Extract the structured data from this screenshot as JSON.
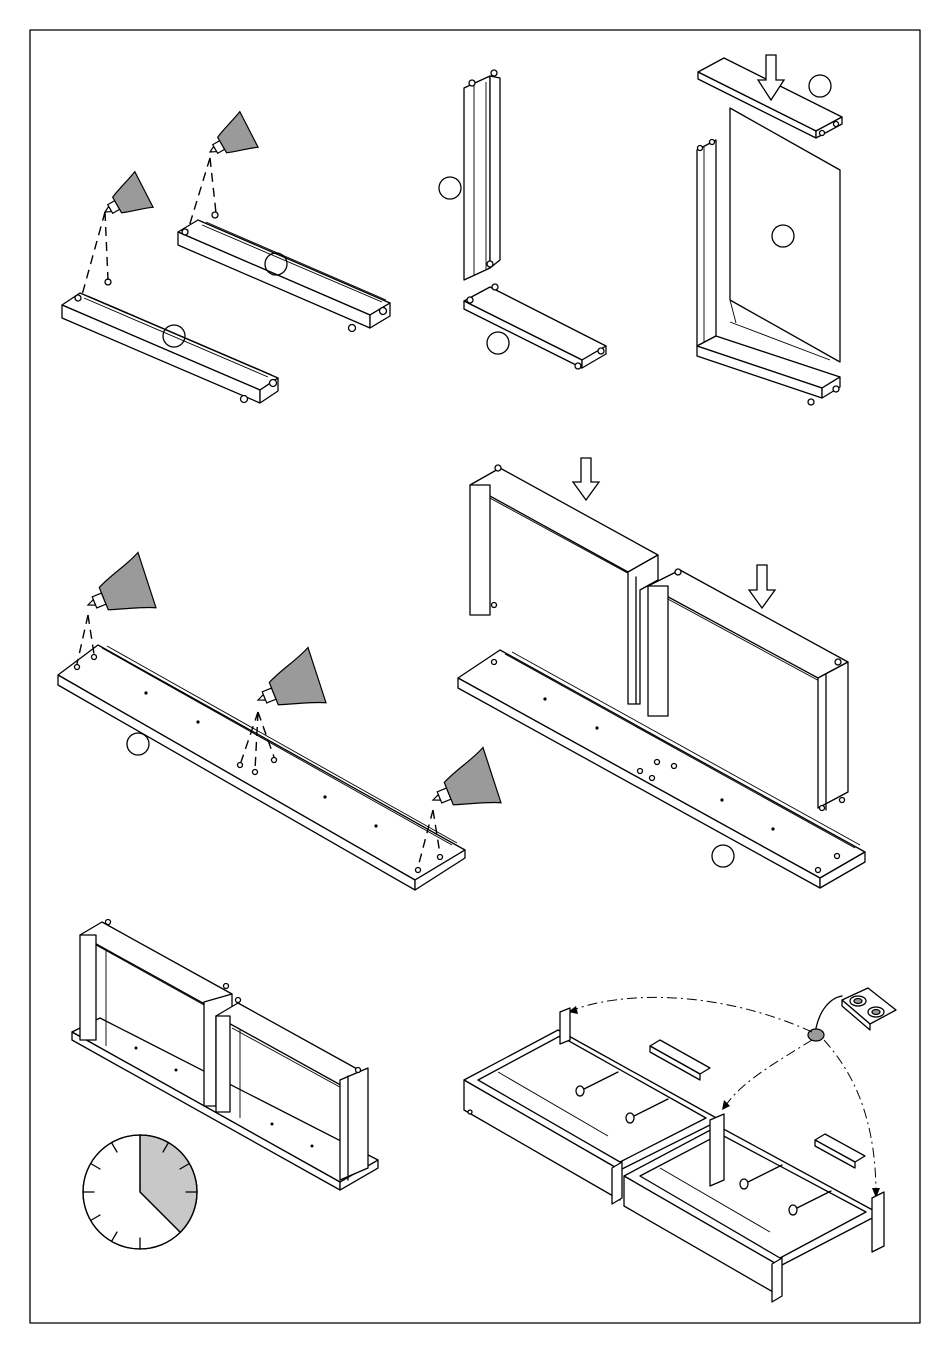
{
  "sheet": {
    "steps": [
      {
        "id": "step-1",
        "part_circles": 2,
        "glue_tubes": 2
      },
      {
        "id": "step-2",
        "part_circles": 2
      },
      {
        "id": "step-3",
        "part_circles": 2
      },
      {
        "id": "step-4",
        "part_circles": 1,
        "glue_tubes": 3
      },
      {
        "id": "step-5",
        "part_circles": 1
      },
      {
        "id": "step-6",
        "clock_shaded_fraction": 0.375
      },
      {
        "id": "step-7",
        "screws": 4
      }
    ]
  }
}
